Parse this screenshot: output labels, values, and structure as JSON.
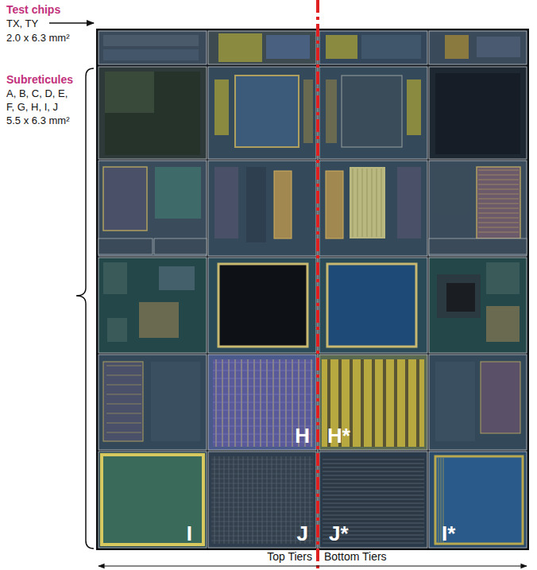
{
  "diagram": {
    "nodes": [
      {
        "text": [
          "H"
        ]
      },
      {
        "text": [
          "H*"
        ]
      },
      {
        "text": [
          "I"
        ]
      },
      {
        "text": [
          "J"
        ]
      },
      {
        "text": [
          "J*"
        ]
      },
      {
        "text": [
          "I*"
        ]
      }
    ],
    "labels": [
      "Test chips",
      "TX, TY",
      "2.0 x 6.3 mm²",
      "Subreticules",
      "A, B, C, D, E,",
      "F, G, H, I, J",
      "5.5 x 6.3 mm²",
      "Top Tiers",
      "Bottom Tiers"
    ]
  }
}
